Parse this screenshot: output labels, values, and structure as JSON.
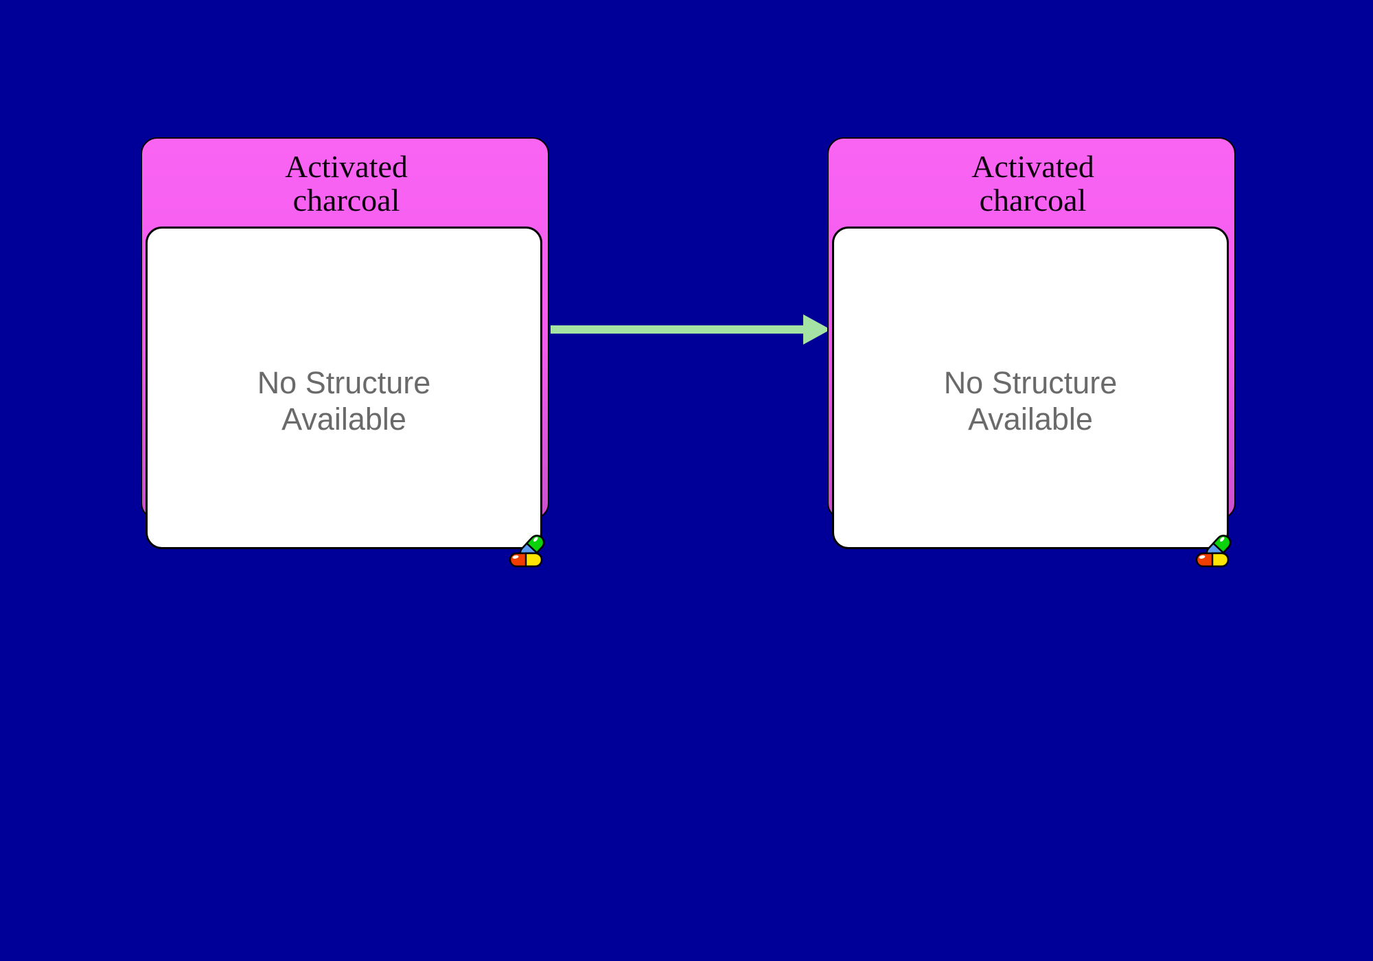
{
  "page": {
    "background": "#000099",
    "description": "Drug interaction diagram: two drug nodes connected by an arrow"
  },
  "nodes": [
    {
      "title_lines": [
        "Activated",
        "charcoal"
      ],
      "body_lines": [
        "No Structure",
        "Available"
      ],
      "icon": "pill-capsules-icon"
    },
    {
      "title_lines": [
        "Activated",
        "charcoal"
      ],
      "body_lines": [
        "No Structure",
        "Available"
      ],
      "icon": "pill-capsules-icon"
    }
  ],
  "edge": {
    "from": "left node",
    "to": "right node",
    "direction": "right",
    "color": "#a4e3a4"
  },
  "colors": {
    "background": "#000099",
    "node_header_top": "#fa64f3",
    "node_header_bottom": "#cb50cf",
    "node_body": "#ffffff",
    "outline": "#000000",
    "title_text": "#0d000d",
    "body_text": "#6a6a6a",
    "arrow": "#a4e3a4",
    "pill_green": "#0bd20b",
    "pill_blue": "#5c9cf0",
    "pill_red": "#f23d00",
    "pill_yellow": "#ffe500"
  }
}
